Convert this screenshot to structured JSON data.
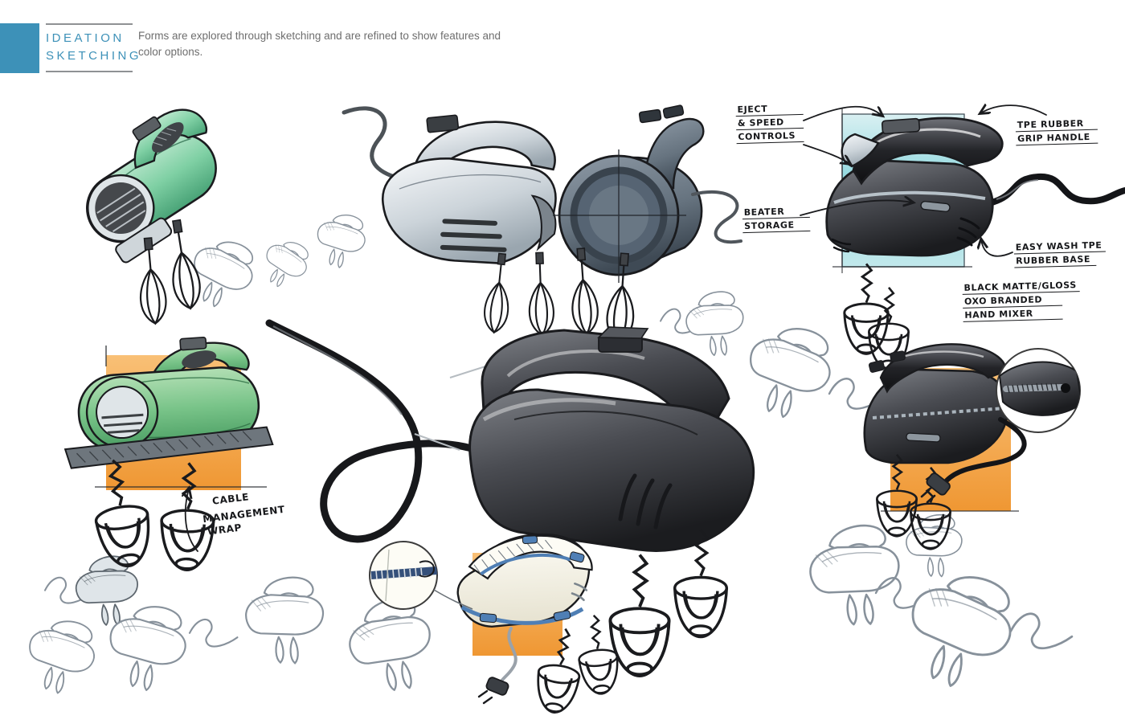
{
  "header": {
    "title_line1": "IDEATION",
    "title_line2": "SKETCHING",
    "description": "Forms are explored through sketching and are refined to show features and color options."
  },
  "annotations": {
    "eject_speed_controls": {
      "lines": [
        "EJECT",
        "& SPEED",
        "CONTROLS"
      ]
    },
    "beater_storage": {
      "lines": [
        "BEATER",
        "STORAGE"
      ]
    },
    "tpe_rubber_grip_handle": {
      "lines": [
        "TPE RUBBER",
        "GRIP HANDLE"
      ]
    },
    "easy_wash_tpe_rubber_base": {
      "lines": [
        "EASY WASH TPE",
        "RUBBER BASE"
      ]
    },
    "black_matte_gloss_oxo": {
      "lines": [
        "BLACK MATTE/GLOSS",
        "OXO BRANDED",
        "HAND MIXER"
      ]
    },
    "cable_management_wrap": {
      "lines": [
        "CABLE",
        "MANAGEMENT",
        "WRAP"
      ]
    }
  },
  "palette": {
    "accent_blue": "#3d91b8",
    "text_gray": "#6e6e6e",
    "teal_highlight": "#8ed7de",
    "orange_highlight": "#f5a44c",
    "mint_green": "#7fd0a4",
    "grass_green": "#79c489",
    "silver": "#c7d0d7",
    "slate_blue": "#66737f",
    "charcoal": "#35373c",
    "cream": "#fbf9ef",
    "zipper_blue": "#4f7fb5",
    "ink": "#1a1b1e",
    "ghost_line": "#8f99a2"
  }
}
